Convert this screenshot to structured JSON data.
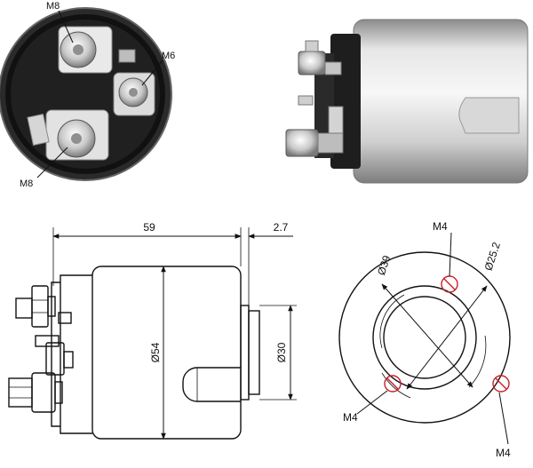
{
  "photo_labels": {
    "top_terminal": "M8",
    "right_terminal": "M6",
    "bottom_terminal": "M8"
  },
  "side_view": {
    "length": "59",
    "flange": "2.7",
    "body_diameter": "Ø54",
    "boss_diameter": "Ø30"
  },
  "front_view": {
    "outer_diameter": "Ø39",
    "hole_circle": "Ø25.2",
    "hole_top": "M4",
    "hole_left": "M4",
    "hole_right": "M4"
  },
  "colors": {
    "accent_red": "#c8202a",
    "line": "#111111"
  }
}
